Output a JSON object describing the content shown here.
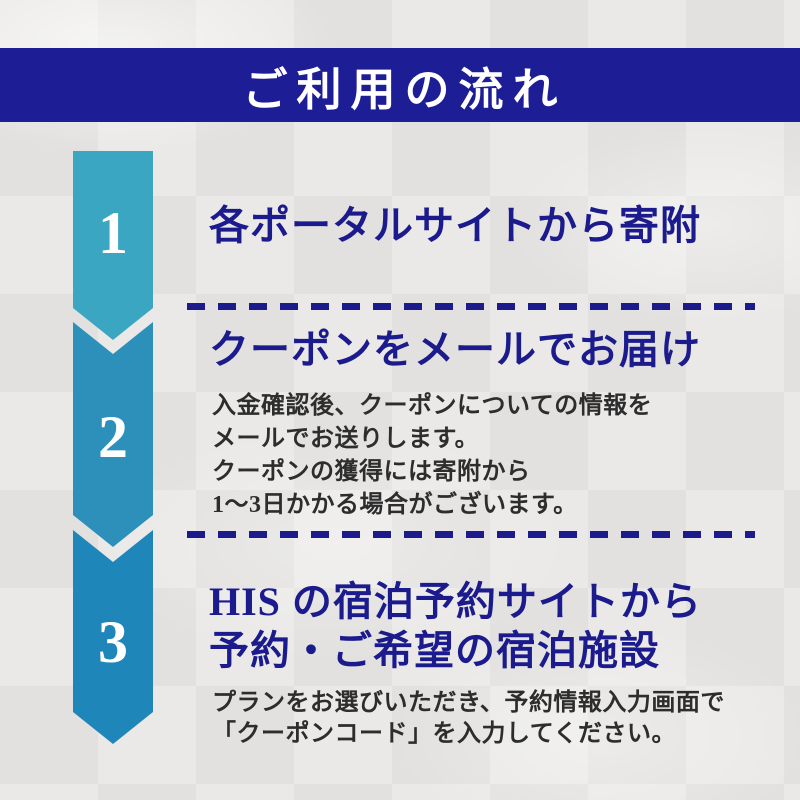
{
  "header": {
    "title": "ご利用の流れ"
  },
  "steps": [
    {
      "number": "1",
      "title_lines": [
        "各ポータルサイトから寄附"
      ],
      "body_lines": []
    },
    {
      "number": "2",
      "title_lines": [
        "クーポンをメールでお届け"
      ],
      "body_lines": [
        "入金確認後、クーポンについての情報を",
        "メールでお送りします。",
        "クーポンの獲得には寄附から",
        "1～3日かかる場合がございます。"
      ]
    },
    {
      "number": "3",
      "title_lines": [
        "HIS の宿泊予約サイトから",
        "予約・ご希望の宿泊施設"
      ],
      "body_lines": [
        "プランをお選びいただき、予約情報入力画面で",
        "「クーポンコード」を入力してください。"
      ]
    }
  ],
  "arrow": {
    "segment_colors": [
      "#3aa6c1",
      "#2c90bb",
      "#1e86b8"
    ],
    "number_color": "#ffffff"
  },
  "colors": {
    "banner-bg": "#1d1d96",
    "banner-text": "#ffffff",
    "heading": "#1b1b8e",
    "dash": "#1b1b8e",
    "body-text": "#2d2d2d",
    "background": "#e9e8e6",
    "number": "#ffffff"
  }
}
